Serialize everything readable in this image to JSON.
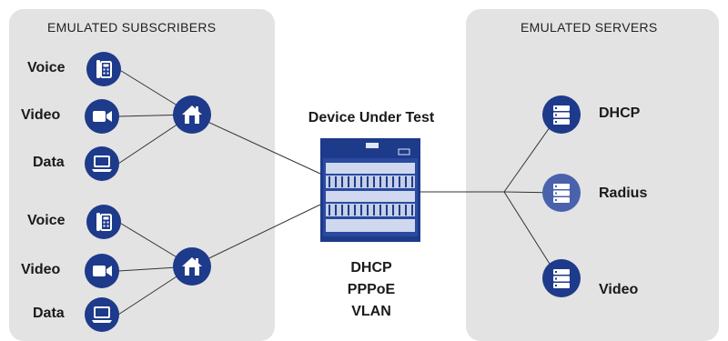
{
  "subscribers_panel": {
    "title": "EMULATED SUBSCRIBERS",
    "groups": [
      {
        "items": [
          {
            "label": "Voice",
            "icon": "phone-icon"
          },
          {
            "label": "Video",
            "icon": "video-camera-icon"
          },
          {
            "label": "Data",
            "icon": "laptop-icon"
          }
        ],
        "hub_icon": "home-icon"
      },
      {
        "items": [
          {
            "label": "Voice",
            "icon": "phone-icon"
          },
          {
            "label": "Video",
            "icon": "video-camera-icon"
          },
          {
            "label": "Data",
            "icon": "laptop-icon"
          }
        ],
        "hub_icon": "home-icon"
      }
    ]
  },
  "device": {
    "title": "Device Under Test",
    "icon": "chassis-icon",
    "protocols": [
      "DHCP",
      "PPPoE",
      "VLAN"
    ]
  },
  "servers_panel": {
    "title": "EMULATED SERVERS",
    "servers": [
      {
        "label": "DHCP",
        "icon": "server-icon"
      },
      {
        "label": "Radius",
        "icon": "server-icon"
      },
      {
        "label": "Video",
        "icon": "server-icon"
      }
    ]
  },
  "colors": {
    "navy": "#1e3a8a",
    "radius_blue": "#4a62ac",
    "panel_gray": "#e3e3e3",
    "line": "#333333"
  }
}
